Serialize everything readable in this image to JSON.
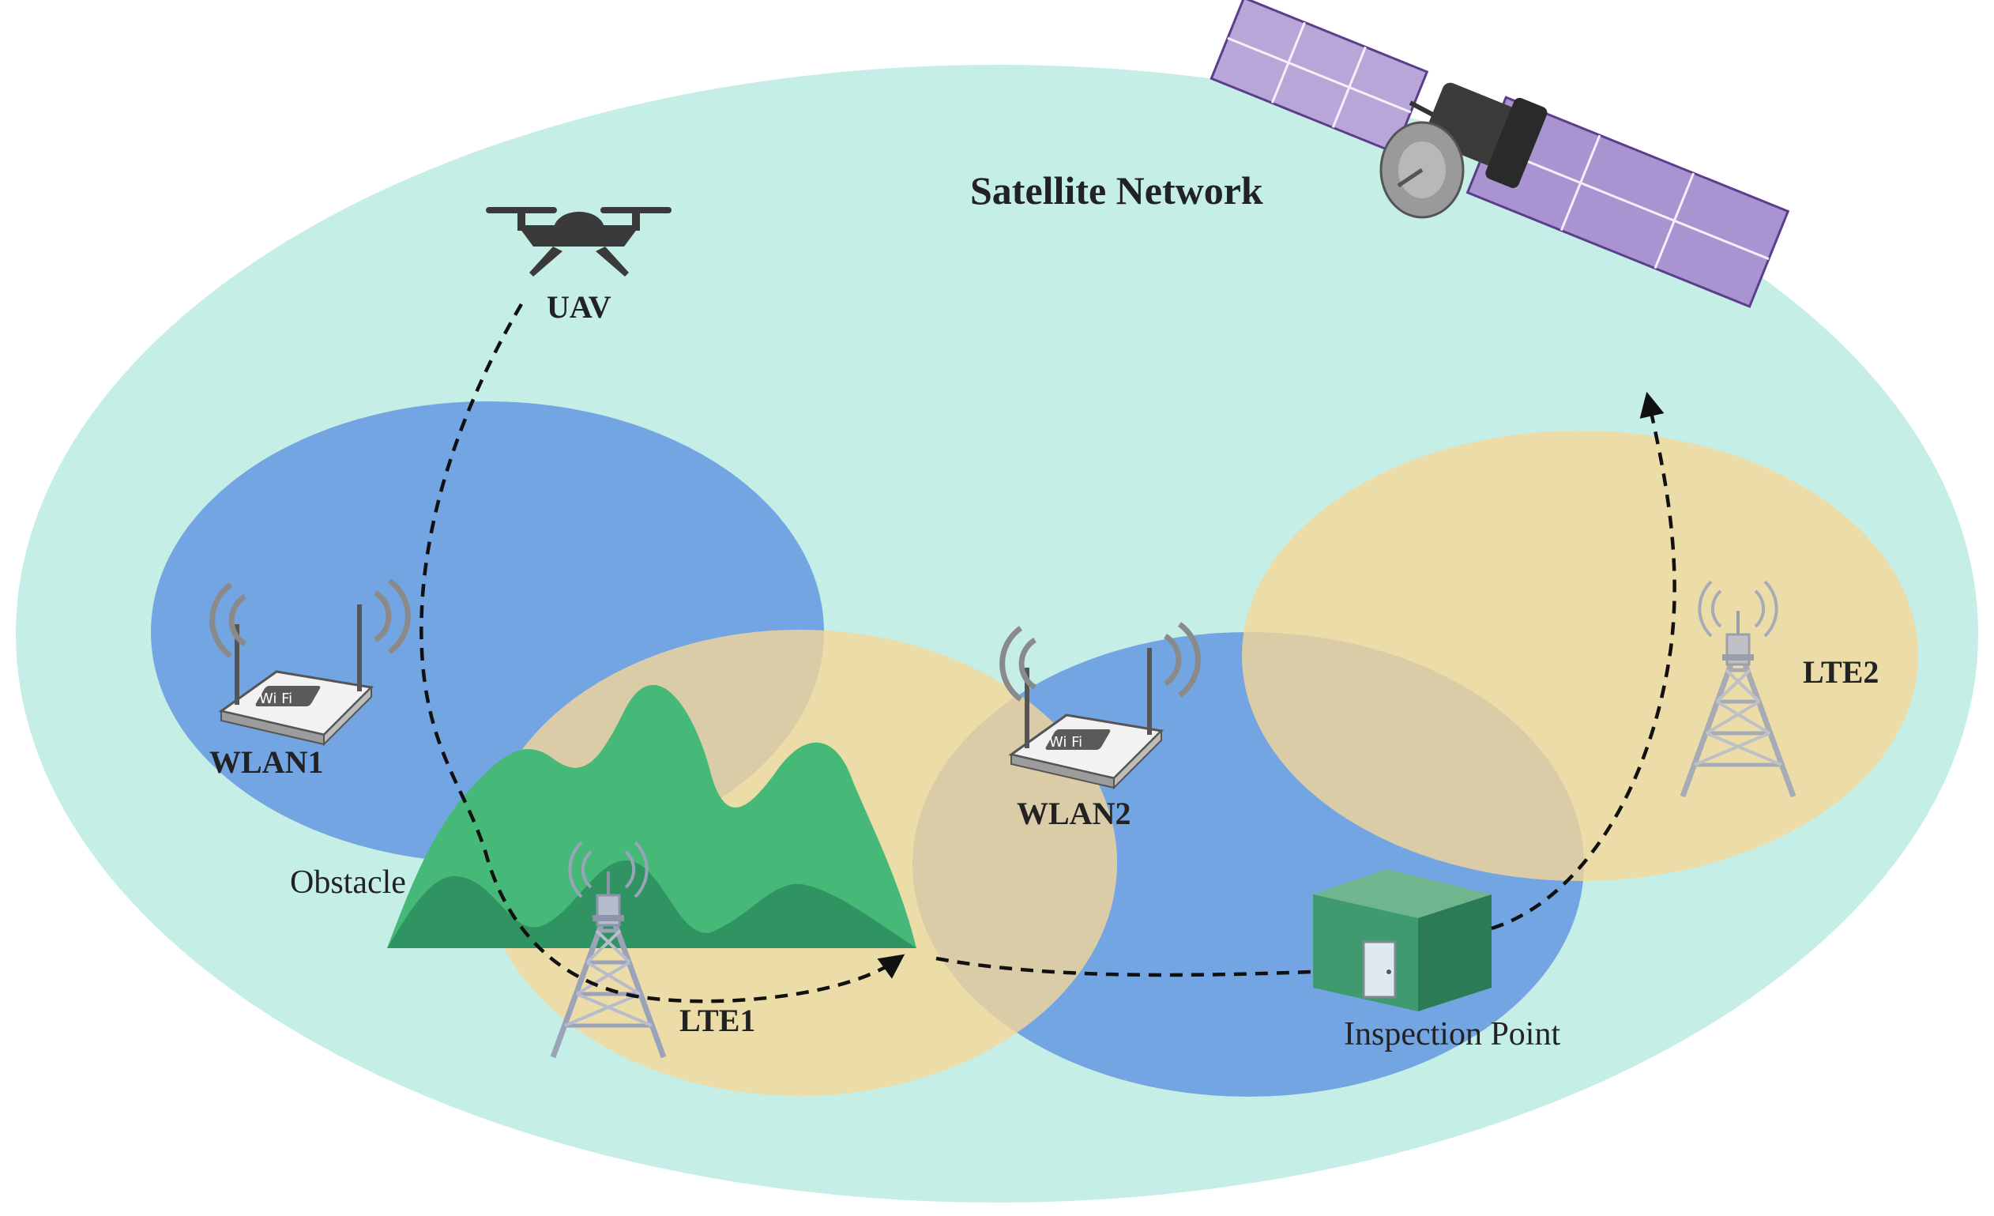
{
  "labels": {
    "satellite_network": "Satellite Network",
    "uav": "UAV",
    "wlan1": "WLAN1",
    "wlan2": "WLAN2",
    "lte1": "LTE1",
    "lte2": "LTE2",
    "obstacle": "Obstacle",
    "inspection_point": "Inspection Point"
  },
  "router_badge": "Wi Fi",
  "colors": {
    "satellite_area": "#c5eee7",
    "wlan_area": "#6fa0e3",
    "lte_area": "#f7d795",
    "mountain_light": "#46b978",
    "mountain_dark": "#2f9461",
    "path": "#111111",
    "building": "#3f9a70",
    "tower": "#9aa3b8",
    "solar_panel": "#b9a6d8"
  },
  "icons": {
    "uav": "drone-icon",
    "satellite": "satellite-icon",
    "router": "wifi-router-icon",
    "tower": "cell-tower-icon",
    "building": "building-icon",
    "mountain": "mountain-icon"
  }
}
